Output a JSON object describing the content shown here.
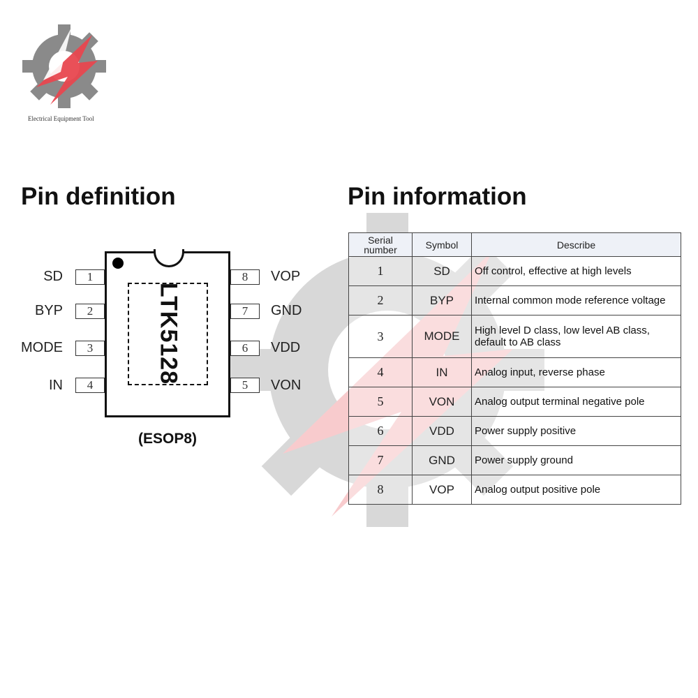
{
  "logo": {
    "caption": "Electrical Equipment Tool",
    "icon": "gear-bolt-logo"
  },
  "headings": {
    "left": "Pin definition",
    "right": "Pin information"
  },
  "chip": {
    "name": "LTK5128",
    "package": "(ESOP8)",
    "left_pins": [
      {
        "num": "1",
        "label": "SD"
      },
      {
        "num": "2",
        "label": "BYP"
      },
      {
        "num": "3",
        "label": "MODE"
      },
      {
        "num": "4",
        "label": "IN"
      }
    ],
    "right_pins": [
      {
        "num": "8",
        "label": "VOP"
      },
      {
        "num": "7",
        "label": "GND"
      },
      {
        "num": "6",
        "label": "VDD"
      },
      {
        "num": "5",
        "label": "VON"
      }
    ]
  },
  "table": {
    "headers": {
      "serial_line1": "Serial",
      "serial_line2": "number",
      "symbol": "Symbol",
      "describe": "Describe"
    },
    "rows": [
      {
        "num": "1",
        "symbol": "SD",
        "desc": "Off control, effective at high levels"
      },
      {
        "num": "2",
        "symbol": "BYP",
        "desc": "Internal common mode reference voltage"
      },
      {
        "num": "3",
        "symbol": "MODE",
        "desc": "High level D class, low level AB class, default to AB class"
      },
      {
        "num": "4",
        "symbol": "IN",
        "desc": "Analog input, reverse phase"
      },
      {
        "num": "5",
        "symbol": "VON",
        "desc": "Analog output terminal negative pole"
      },
      {
        "num": "6",
        "symbol": "VDD",
        "desc": "Power supply positive"
      },
      {
        "num": "7",
        "symbol": "GND",
        "desc": "Power supply ground"
      },
      {
        "num": "8",
        "symbol": "VOP",
        "desc": "Analog output positive pole"
      }
    ]
  },
  "colors": {
    "logo_gray": "#8a8a8a",
    "logo_red": "#e8474f",
    "header_bg": "#eef1f7"
  }
}
